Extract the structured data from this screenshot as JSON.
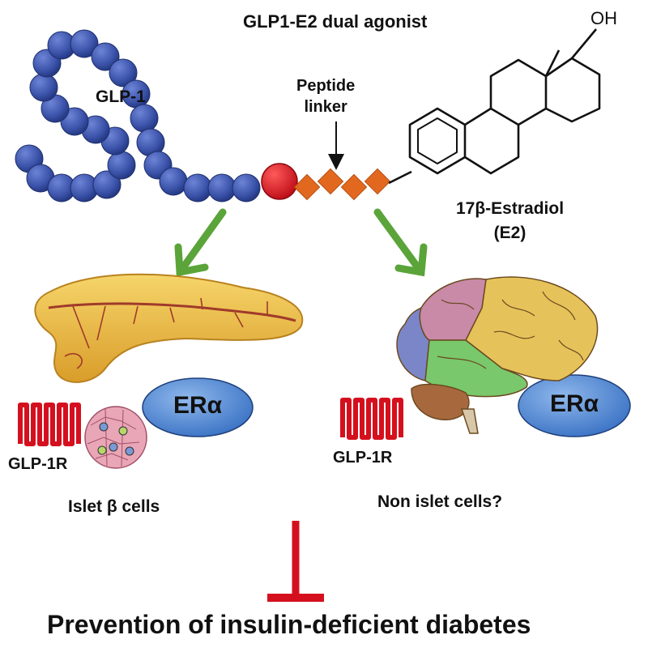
{
  "title": "GLP1-E2 dual agonist",
  "glp1_label": "GLP-1",
  "linker_label": [
    "Peptide",
    "linker"
  ],
  "oh_label": "OH",
  "estradiol_label": [
    "17β-Estradiol",
    "(E2)"
  ],
  "receptor_label": "GLP-1R",
  "er_label": "ERα",
  "left_cells_label": "Islet β cells",
  "right_cells_label": "Non islet cells?",
  "outcome_label": "Prevention of insulin-deficient diabetes",
  "colors": {
    "glp1_bead": "#3a52a8",
    "linker_start": "#d5101e",
    "linker_bead": "#e2681f",
    "arrow": "#5aa43a",
    "inhibit": "#d5101e",
    "receptor": "#d5101e",
    "er_ellipse": "#4a82d0",
    "pancreas": "#e9b83f",
    "brain_frontal": "#e6c35a",
    "brain_parietal": "#c98aa8",
    "brain_temporal": "#79c86b",
    "brain_occipital": "#7b86c9",
    "cerebellum": "#a8683e"
  }
}
